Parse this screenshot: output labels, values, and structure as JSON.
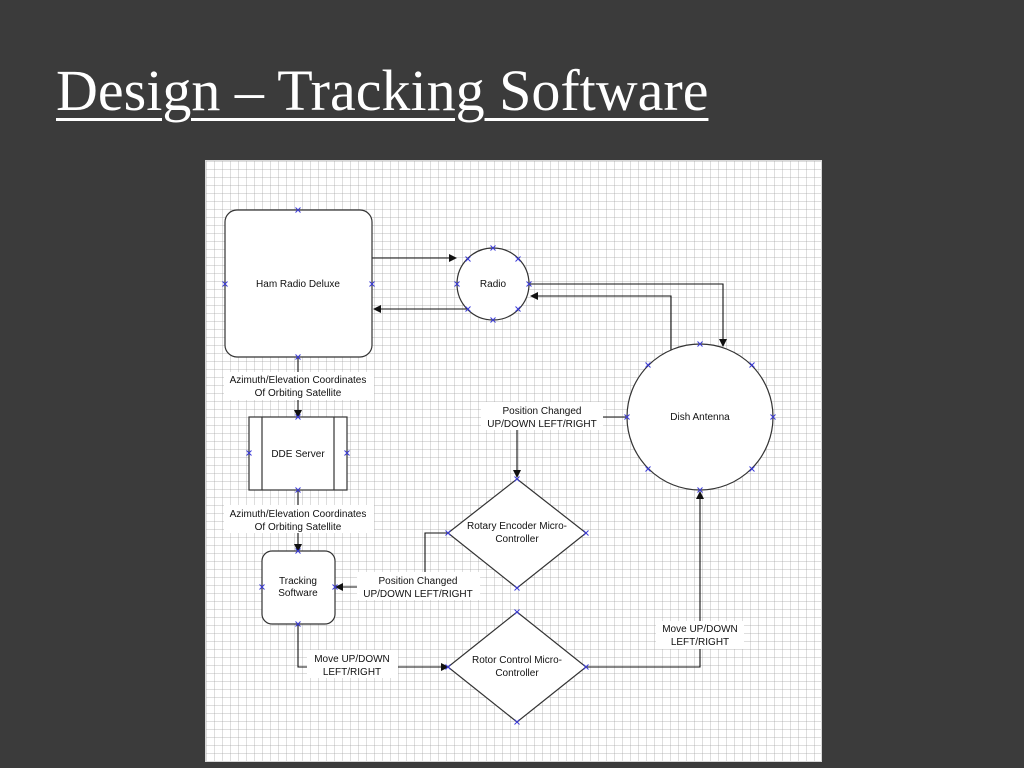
{
  "slide": {
    "title": "Design – Tracking Software"
  },
  "diagram": {
    "nodes": {
      "ham_radio_deluxe": "Ham Radio Deluxe",
      "radio": "Radio",
      "dde_server": "DDE Server",
      "tracking_software": [
        "Tracking",
        "Software"
      ],
      "dish_antenna": "Dish Antenna",
      "rotary_encoder": [
        "Rotary Encoder Micro-",
        "Controller"
      ],
      "rotor_control": [
        "Rotor Control Micro-",
        "Controller"
      ]
    },
    "edges": {
      "ham_to_dde": [
        "Azimuth/Elevation Coordinates",
        "Of Orbiting Satellite"
      ],
      "dde_to_tracking": [
        "Azimuth/Elevation Coordinates",
        "Of Orbiting Satellite"
      ],
      "dish_to_encoder": [
        "Position Changed",
        "UP/DOWN LEFT/RIGHT"
      ],
      "encoder_to_tracking": [
        "Position Changed",
        "UP/DOWN LEFT/RIGHT"
      ],
      "tracking_to_rotor": [
        "Move UP/DOWN",
        "LEFT/RIGHT"
      ],
      "rotor_to_dish": [
        "Move UP/DOWN",
        "LEFT/RIGHT"
      ]
    }
  }
}
